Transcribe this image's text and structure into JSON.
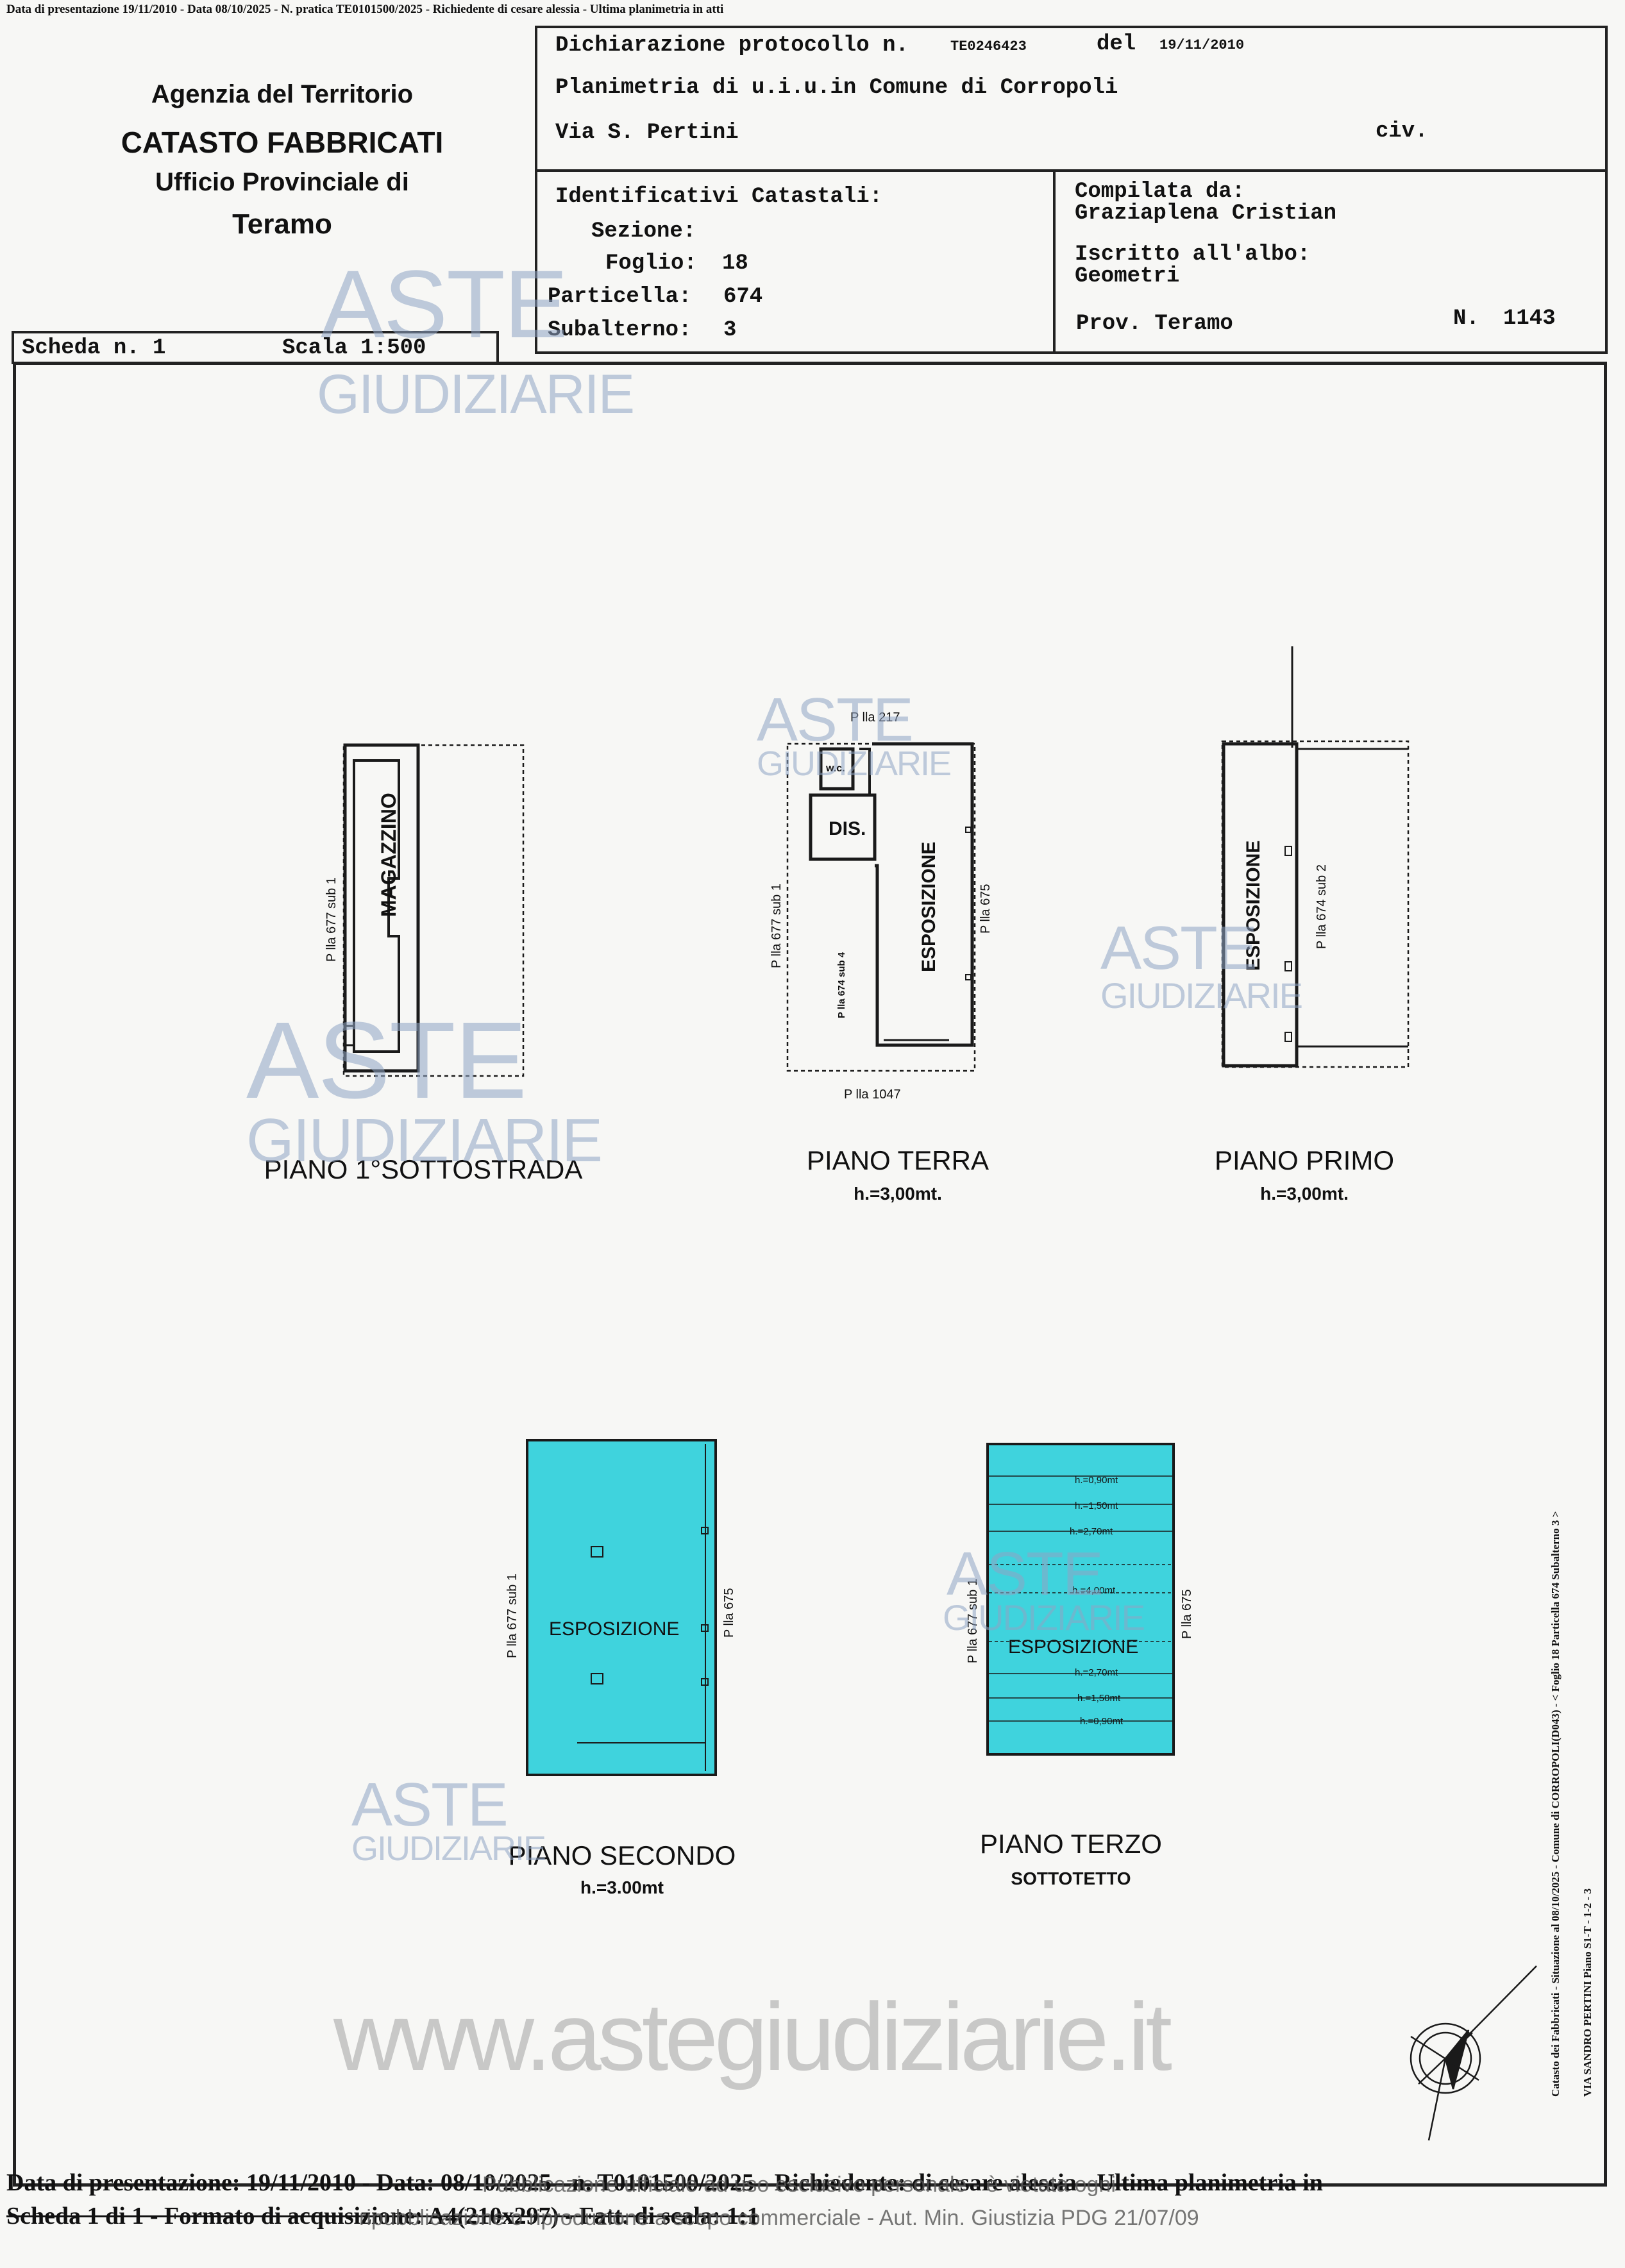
{
  "top_line": "Data di presentazione 19/11/2010 - Data 08/10/2025 - N. pratica TE0101500/2025 - Richiedente di cesare alessia - Ultima planimetria in atti",
  "agency": {
    "line1": "Agenzia del Territorio",
    "line2": "CATASTO FABBRICATI",
    "line3": "Ufficio Provinciale di",
    "line4": "Teramo"
  },
  "header": {
    "dichiarazione_label": "Dichiarazione protocollo n.",
    "protocol_number": "TE0246423",
    "del_label": "del",
    "del_date": "19/11/2010",
    "planimetria": "Planimetria di u.i.u.in Comune di Corropoli",
    "address": "Via S. Pertini",
    "civ_label": "civ.",
    "identificativi_label": "Identificativi Catastali:",
    "sezione_label": "Sezione:",
    "foglio_label": "Foglio:",
    "foglio_value": "18",
    "particella_label": "Particella:",
    "particella_value": "674",
    "subalterno_label": "Subalterno:",
    "subalterno_value": "3",
    "compilata_label": "Compilata da:",
    "compilata_name": "Graziaplena Cristian",
    "iscritto_label": "Iscritto all'albo:",
    "iscritto_value": "Geometri",
    "prov_label": "Prov. Teramo",
    "n_label": "N.",
    "n_value": "1143",
    "scheda": "Scheda n. 1",
    "scala": "Scala 1:500"
  },
  "plans": {
    "sottostrada": {
      "title": "PIANO 1°SOTTOSTRADA",
      "room": "MAGAZZINO",
      "left_label": "P lla 677 sub 1"
    },
    "terra": {
      "title": "PIANO TERRA",
      "height": "h.=3,00mt.",
      "top_label": "P lla 217",
      "bottom_label": "P lla 1047",
      "left_label": "P lla 677 sub 1",
      "right_label": "P lla 675",
      "inner_label": "P lla 674 sub 4",
      "wc": "w.c.",
      "dis": "DIS.",
      "room": "ESPOSIZIONE"
    },
    "primo": {
      "title": "PIANO PRIMO",
      "height": "h.=3,00mt.",
      "room": "ESPOSIZIONE",
      "right_label": "P lla 674 sub 2"
    },
    "secondo": {
      "title": "PIANO SECONDO",
      "height": "h.=3.00mt",
      "room": "ESPOSIZIONE",
      "left_label": "P lla 677 sub 1",
      "right_label": "P lla 675"
    },
    "terzo": {
      "title": "PIANO TERZO",
      "subtitle": "SOTTOTETTO",
      "room": "ESPOSIZIONE",
      "left_label": "P lla 677 sub 1",
      "right_label": "P lla 675",
      "heights": [
        "h.=0,90mt",
        "h.=1,50mt",
        "h.=2,70mt",
        "h.=4,00mt",
        "h.=2,70mt",
        "h.=1,50mt",
        "h.=0,90mt"
      ]
    }
  },
  "side_text_1": "Catasto dei Fabbricati - Situazione al 08/10/2025 - Comune di CORROPOLI(D043) - < Foglio 18 Particella 674 Subalterno 3 >",
  "side_text_2": "VIA SANDRO PERTINI Piano S1-T - 1-2 - 3",
  "footer": {
    "line1": "Data di presentazione: 19/11/2010 - Data: 08/10/2025 - n. T0101500/2025 - Richiedente: di cesare alessia - Ultima planimetria in",
    "line2": "Scheda 1 di 1 - Formato di acquisizione: A4(210x297) - Fatt. di scala: 1:1",
    "overlay1": "Pubblicazione ufficiale ad uso esclusivo personale - è vietata ogni",
    "overlay2": "ripubblicazione o riproduzione a scopo commerciale - Aut. Min. Giustizia PDG 21/07/09"
  },
  "watermark": {
    "aste": "ASTE",
    "giudiziarie": "GIUDIZIARIE",
    "website": "www.astegiudiziarie.it"
  },
  "colors": {
    "cyan_fill": "#3fd3dd",
    "ink": "#1a1a1a",
    "watermark": "#8fa4c4"
  }
}
